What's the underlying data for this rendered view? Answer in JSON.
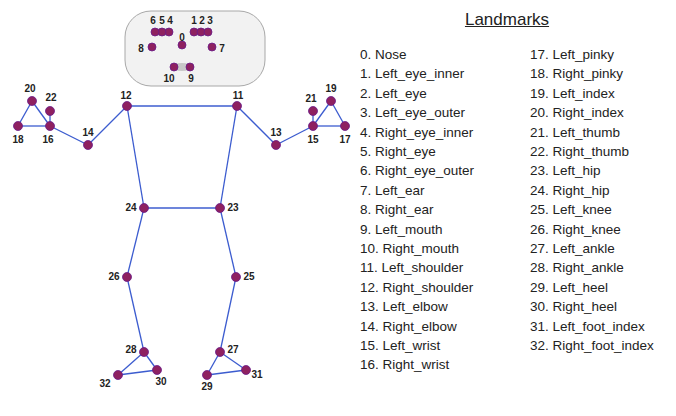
{
  "diagram": {
    "title": "Landmarks",
    "labels": [
      "0",
      "1",
      "2",
      "3",
      "4",
      "5",
      "6",
      "7",
      "8",
      "9",
      "10",
      "11",
      "12",
      "13",
      "14",
      "15",
      "16",
      "17",
      "18",
      "19",
      "20",
      "21",
      "22",
      "23",
      "24",
      "25",
      "26",
      "27",
      "28",
      "29",
      "30",
      "31",
      "32",
      "0. Nose",
      "1. Left_eye_inner",
      "2. Left_eye",
      "3. Left_eye_outer",
      "4. Right_eye_inner",
      "5. Right_eye",
      "6. Right_eye_outer",
      "7. Left_ear",
      "8. Right_ear",
      "9. Left_mouth",
      "10. Right_mouth",
      "11. Left_shoulder",
      "12. Right_shoulder",
      "13. Left_elbow",
      "14. Right_elbow",
      "15. Left_wrist",
      "16. Right_wrist",
      "17. Left_pinky",
      "18. Right_pinky",
      "19. Left_index",
      "20. Right_index",
      "21. Left_thumb",
      "22. Right_thumb",
      "23. Left_hip",
      "24. Right_hip",
      "25. Left_knee",
      "26. Right_knee",
      "27. Left_ankle",
      "28. Right_ankle",
      "29. Left_heel",
      "30. Right_heel",
      "31. Left_foot_index",
      "32. Right_foot_index"
    ]
  }
}
